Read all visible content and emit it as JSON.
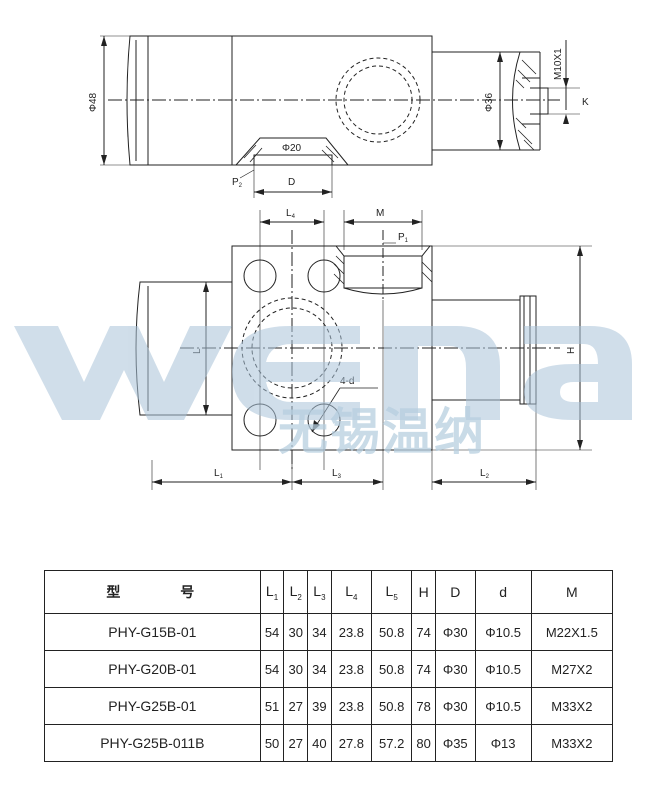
{
  "drawing": {
    "top_view": {
      "phi48": "Φ48",
      "phi20": "Φ20",
      "phi36": "Φ36",
      "m10x1": "M10X1",
      "k": "K",
      "p2": "P",
      "p2_sub": "2",
      "d": "D"
    },
    "front_view": {
      "l4": "L",
      "l4_sub": "4",
      "m": "M",
      "p1": "P",
      "p1_sub": "1",
      "l_left": "L",
      "h": "H",
      "four_d": "4-d",
      "l1": "L",
      "l1_sub": "1",
      "l3": "L",
      "l3_sub": "3",
      "l2": "L",
      "l2_sub": "2"
    },
    "watermark": {
      "latin": "wena",
      "chinese": "无锡温纳"
    }
  },
  "table": {
    "headers": [
      {
        "label": "型 号",
        "sub": ""
      },
      {
        "label": "L",
        "sub": "1"
      },
      {
        "label": "L",
        "sub": "2"
      },
      {
        "label": "L",
        "sub": "3"
      },
      {
        "label": "L",
        "sub": "4"
      },
      {
        "label": "L",
        "sub": "5"
      },
      {
        "label": "H",
        "sub": ""
      },
      {
        "label": "D",
        "sub": ""
      },
      {
        "label": "d",
        "sub": ""
      },
      {
        "label": "M",
        "sub": ""
      }
    ],
    "rows": [
      [
        "PHY-G15B-01",
        "54",
        "30",
        "34",
        "23.8",
        "50.8",
        "74",
        "Φ30",
        "Φ10.5",
        "M22X1.5"
      ],
      [
        "PHY-G20B-01",
        "54",
        "30",
        "34",
        "23.8",
        "50.8",
        "74",
        "Φ30",
        "Φ10.5",
        "M27X2"
      ],
      [
        "PHY-G25B-01",
        "51",
        "27",
        "39",
        "23.8",
        "50.8",
        "78",
        "Φ30",
        "Φ10.5",
        "M33X2"
      ],
      [
        "PHY-G25B-011B",
        "50",
        "27",
        "40",
        "27.8",
        "57.2",
        "80",
        "Φ35",
        "Φ13",
        "M33X2"
      ]
    ]
  }
}
